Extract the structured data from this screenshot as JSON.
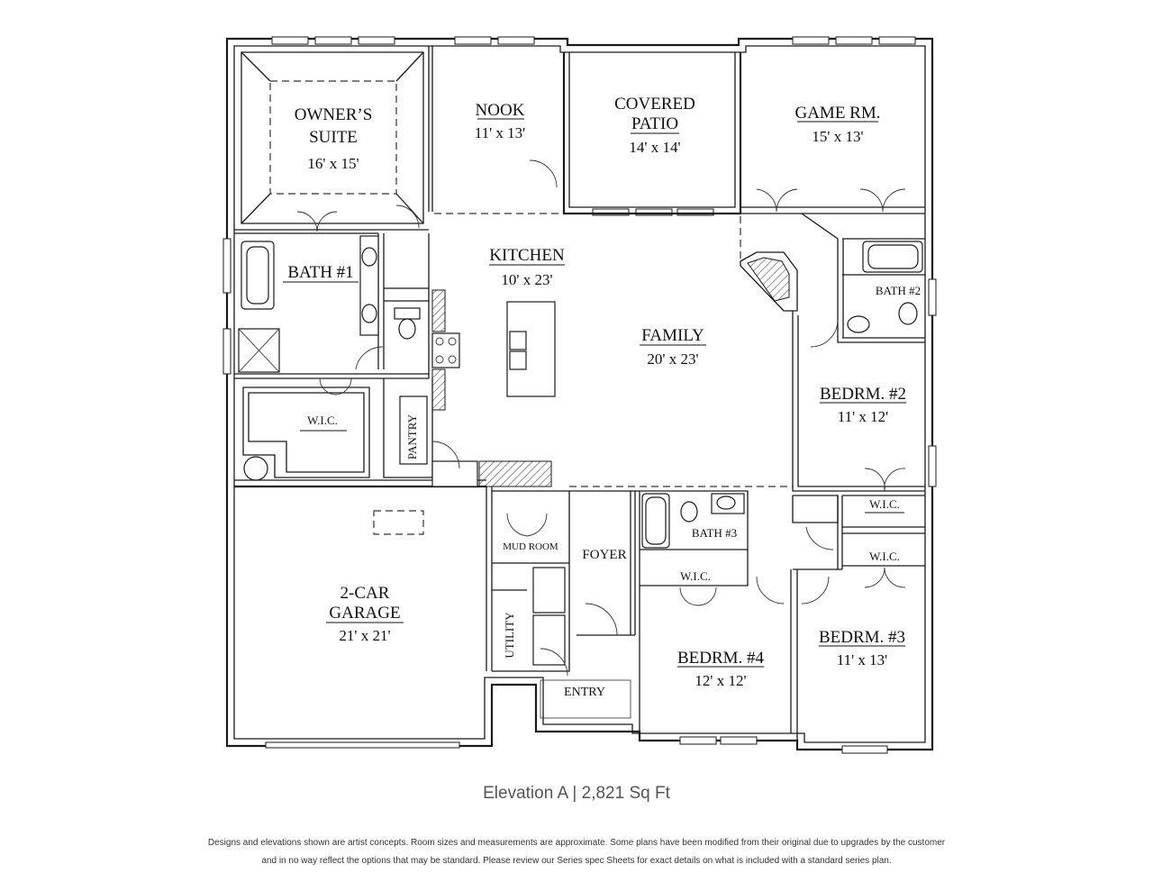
{
  "rooms": {
    "owners_suite": {
      "name_line1": "OWNER’S",
      "name_line2": "SUITE",
      "dims": "16' x 15'"
    },
    "nook": {
      "name": "NOOK",
      "dims": "11' x 13'"
    },
    "covered_patio": {
      "name_line1": "COVERED",
      "name_line2": "PATIO",
      "dims": "14' x 14'"
    },
    "game_room": {
      "name": "GAME RM.",
      "dims": "15' x 13'"
    },
    "bath1": {
      "name": "BATH #1"
    },
    "kitchen": {
      "name": "KITCHEN",
      "dims": "10' x 23'"
    },
    "family": {
      "name": "FAMILY",
      "dims": "20' x 23'"
    },
    "bath2": {
      "name": "BATH #2"
    },
    "bedroom2": {
      "name": "BEDRM. #2",
      "dims": "11' x 12'"
    },
    "wic_owner": {
      "name": "W.I.C."
    },
    "pantry": {
      "name": "PANTRY"
    },
    "wic_bed2": {
      "name": "W.I.C."
    },
    "wic_bed3": {
      "name": "W.I.C."
    },
    "mud_room": {
      "name": "MUD ROOM"
    },
    "foyer": {
      "name": "FOYER"
    },
    "bath3": {
      "name": "BATH #3"
    },
    "wic_bed4": {
      "name": "W.I.C."
    },
    "garage": {
      "name_line1": "2-CAR",
      "name_line2": "GARAGE",
      "dims": "21' x 21'"
    },
    "utility": {
      "name": "UTILITY"
    },
    "bedroom4": {
      "name": "BEDRM. #4",
      "dims": "12' x 12'"
    },
    "bedroom3": {
      "name": "BEDRM. #3",
      "dims": "11' x 13'"
    },
    "entry": {
      "name": "ENTRY"
    }
  },
  "caption": "Elevation A | 2,821 Sq Ft",
  "disclaimer_line1": "Designs and elevations shown are artist concepts. Room sizes and measurements are approximate. Some plans have been modified from their original due to upgrades by the customer",
  "disclaimer_line2": "and in no way reflect the options that may be standard. Please review our Series spec Sheets for exact details on what is included with a standard series plan."
}
